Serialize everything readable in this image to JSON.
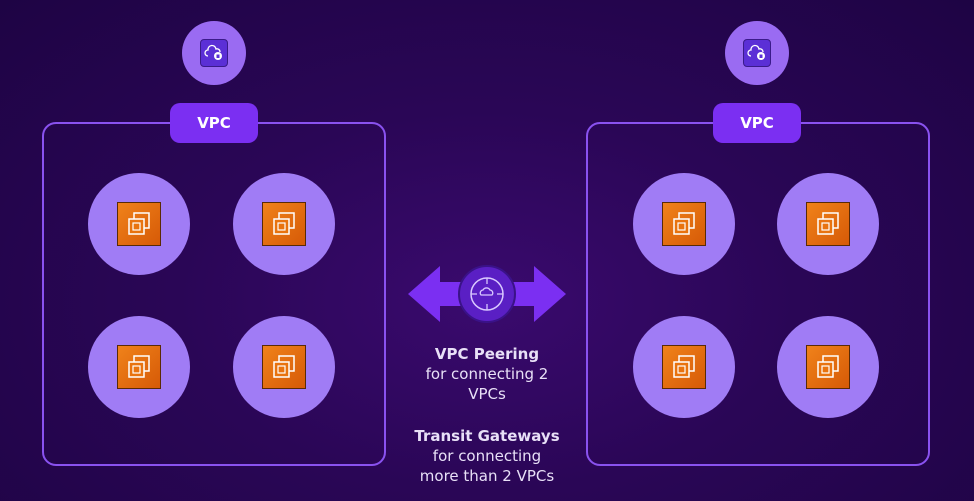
{
  "vpcs": [
    {
      "label": "VPC",
      "top_icon": "vpc-cloud-lock-icon",
      "instance_icon": "ec2-instance-icon"
    },
    {
      "label": "VPC",
      "top_icon": "vpc-cloud-lock-icon",
      "instance_icon": "ec2-instance-icon"
    }
  ],
  "connector": {
    "icon": "transit-gateway-icon",
    "arrow": "double-arrow-icon"
  },
  "peering": {
    "title": "VPC Peering",
    "desc_line1": "for connecting 2",
    "desc_line2": "VPCs"
  },
  "transit": {
    "title": "Transit Gateways",
    "desc_line1": "for connecting",
    "desc_line2": "more than 2 VPCs"
  },
  "colors": {
    "accent": "#7b2ff2",
    "circle": "#a07cf5",
    "chip": "#e8730f",
    "background": "#2a0656"
  }
}
